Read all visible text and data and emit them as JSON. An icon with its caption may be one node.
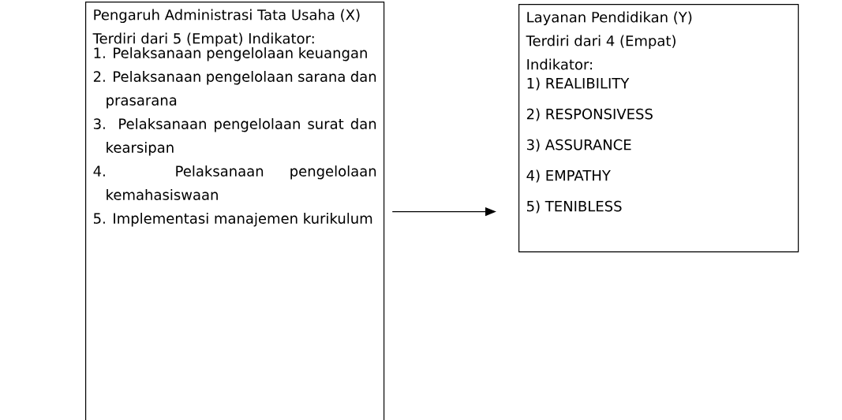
{
  "diagram": {
    "nodes": [
      {
        "text": [
          "Pengaruh Administrasi Tata Usaha (X)",
          "Terdiri dari 5 (Empat) Indikator:",
          "1. Pelaksanaan pengelolaan keuangan",
          "2. Pelaksanaan pengelolaan sarana dan prasarana",
          "3. Pelaksanaan pengelolaan surat dan kearsipan",
          "4. Pelaksanaan pengelolaan kemahasiswaan",
          "5. Implementasi manajemen kurikulum"
        ]
      },
      {
        "text": [
          "Layanan Pendidikan (Y)",
          "Terdiri dari 4 (Empat) Indikator:",
          "1) REALIBILITY",
          "2) RESPONSIVESS",
          "3) ASSURANCE",
          "4) EMPATHY",
          "5) TENIBLESS"
        ]
      }
    ],
    "edges": [
      {
        "from": 0,
        "to": 1,
        "arrow": "to"
      }
    ]
  }
}
